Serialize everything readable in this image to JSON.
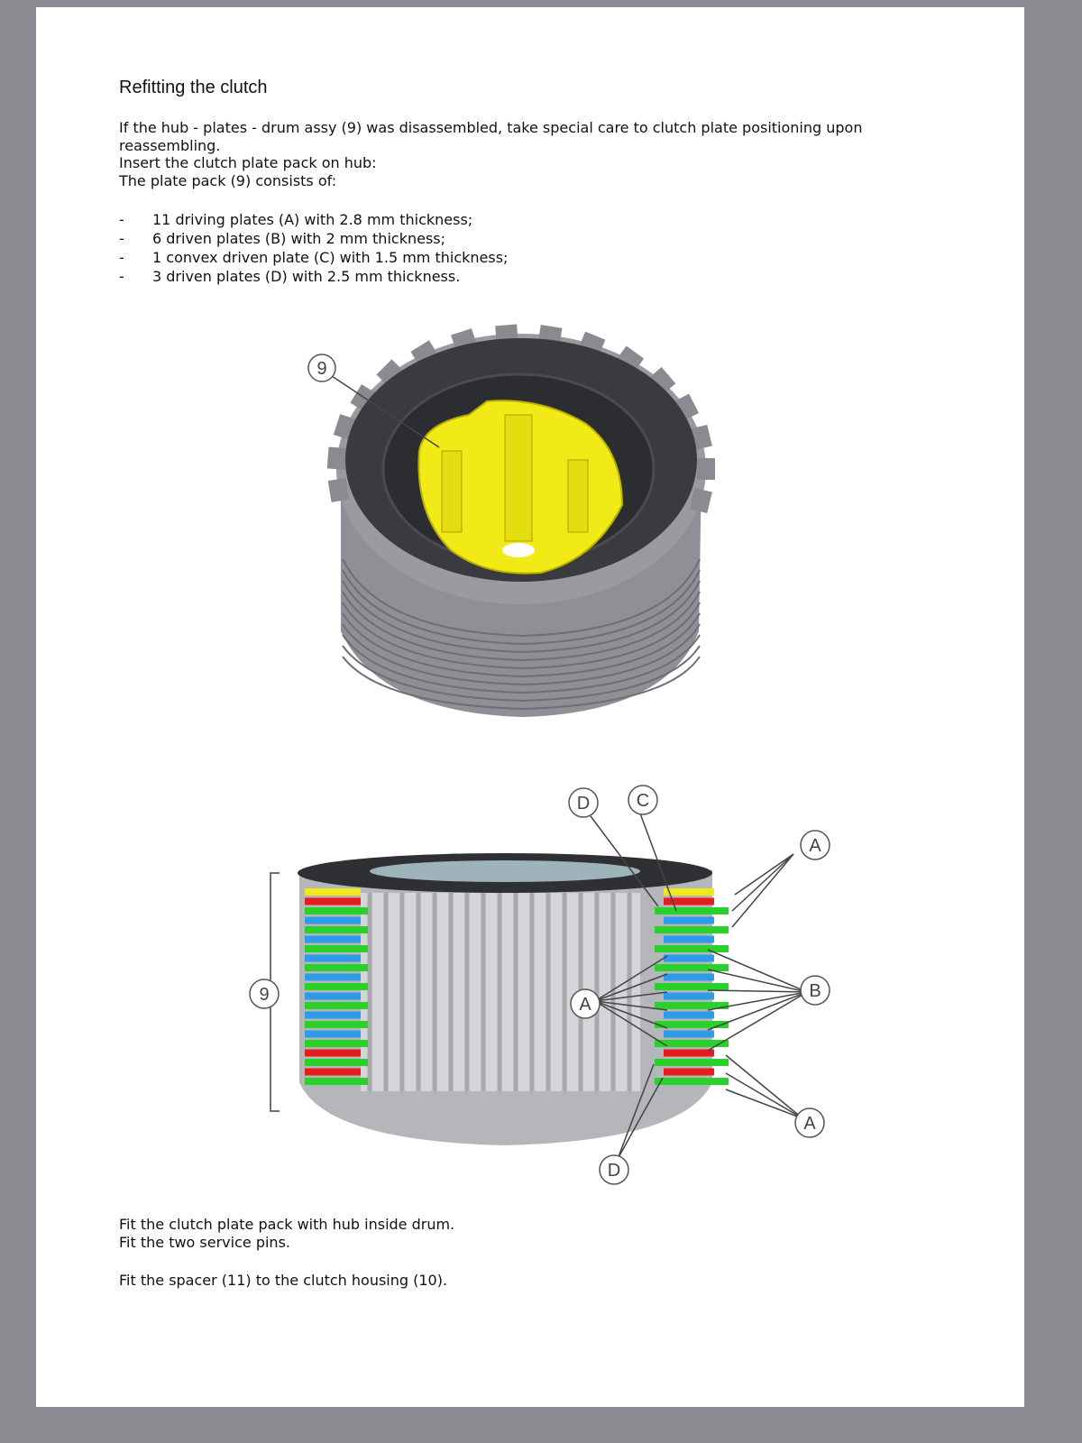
{
  "title": "Refitting the clutch",
  "intro": [
    "If the hub - plates - drum assy (9) was disassembled, take special care to clutch plate positioning upon reassembling.",
    "Insert the clutch plate pack on hub:",
    "The plate pack (9) consists of:"
  ],
  "list": [
    {
      "bullet": "-",
      "text": "11 driving plates (A) with 2.8 mm thickness;"
    },
    {
      "bullet": "-",
      "text": "6 driven plates (B) with 2 mm thickness;"
    },
    {
      "bullet": "-",
      "text": "1 convex driven plate (C) with 1.5 mm thickness;"
    },
    {
      "bullet": "-",
      "text": "3 driven plates (D) with 2.5 mm thickness."
    }
  ],
  "figure1": {
    "callout": "9"
  },
  "figure2": {
    "callouts": {
      "pack": "9",
      "d_top": "D",
      "c_top": "C",
      "a_right_top": "A",
      "a_left": "A",
      "b_right": "B",
      "a_right_bottom": "A",
      "d_bottom": "D"
    }
  },
  "outro": [
    "Fit the clutch plate pack with hub inside drum.",
    "Fit the two service pins.",
    "Fit the spacer (11) to the clutch housing (10)."
  ]
}
